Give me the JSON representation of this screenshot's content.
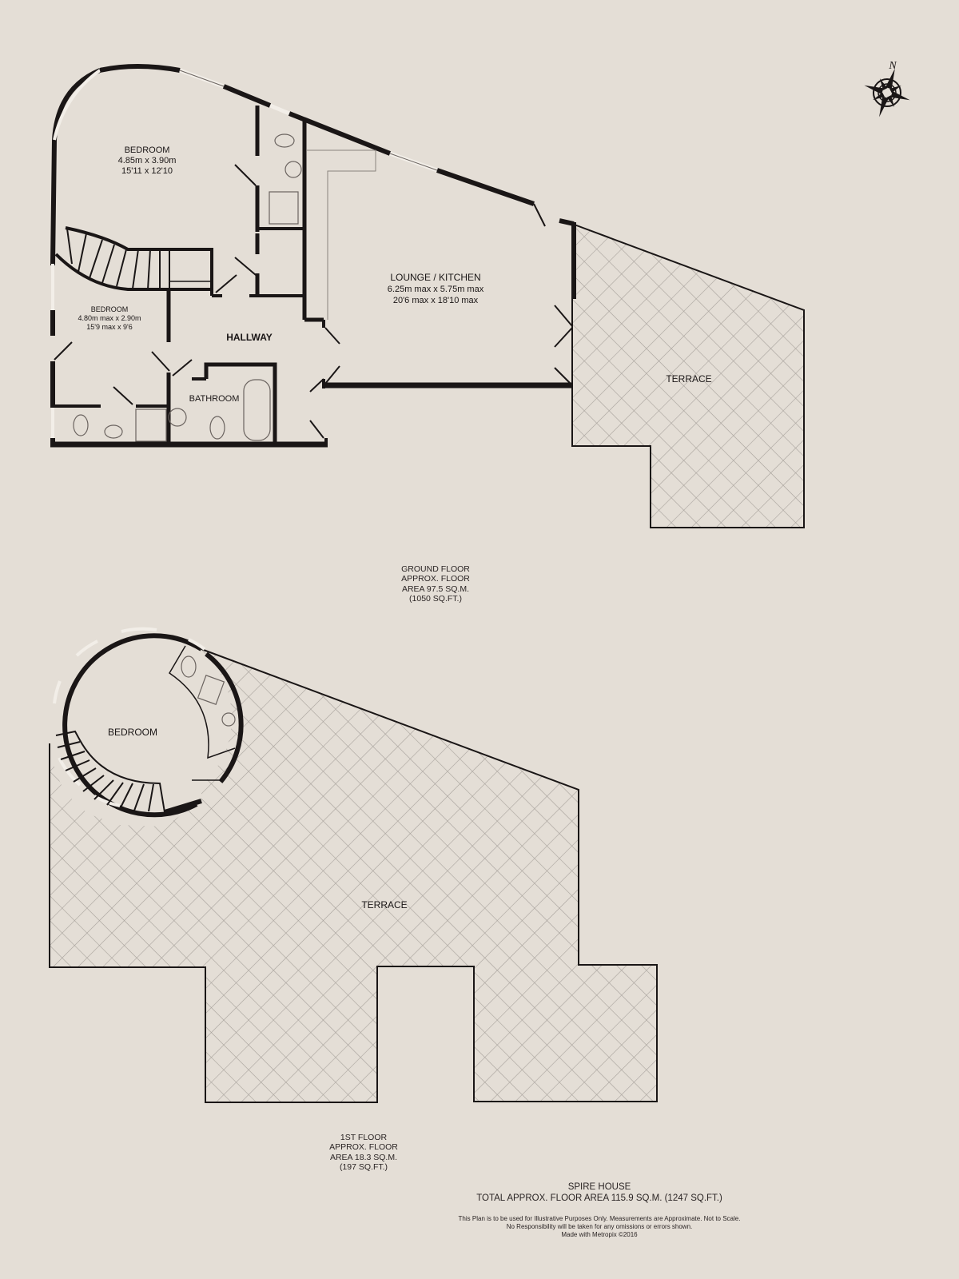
{
  "property_name": "SPIRE HOUSE",
  "compass": {
    "icon": "compass-rose-icon",
    "label": "N"
  },
  "ground_floor": {
    "rooms": [
      {
        "name": "BEDROOM",
        "metric": "4.85m x 3.90m",
        "imperial": "15'11 x 12'10"
      },
      {
        "name": "BEDROOM",
        "metric": "4.80m max x 2.90m",
        "imperial": "15'9 max x 9'6"
      },
      {
        "name": "HALLWAY"
      },
      {
        "name": "BATHROOM"
      },
      {
        "name": "LOUNGE / KITCHEN",
        "metric": "6.25m max x 5.75m max",
        "imperial": "20'6 max x 18'10 max"
      },
      {
        "name": "TERRACE"
      }
    ],
    "area_lines": [
      "GROUND FLOOR",
      "APPROX. FLOOR",
      "AREA 97.5 SQ.M.",
      "(1050 SQ.FT.)"
    ]
  },
  "first_floor": {
    "rooms": [
      {
        "name": "BEDROOM"
      },
      {
        "name": "TERRACE"
      }
    ],
    "area_lines": [
      "1ST FLOOR",
      "APPROX. FLOOR",
      "AREA 18.3 SQ.M.",
      "(197 SQ.FT.)"
    ]
  },
  "total": {
    "title": "SPIRE HOUSE",
    "line": "TOTAL APPROX. FLOOR AREA 115.9 SQ.M. (1247 SQ.FT.)"
  },
  "disclaimer": [
    "This Plan is to be used for Illustrative Purposes Only. Measurements are Approximate. Not to Scale.",
    "No Responsibility will be taken for any omissions or errors shown.",
    "Made with Metropix ©2016"
  ],
  "colors": {
    "paper": "#e4ded6",
    "wall": "#1a1616",
    "hatch": "#a8a29c",
    "window": "#f2eee8"
  }
}
